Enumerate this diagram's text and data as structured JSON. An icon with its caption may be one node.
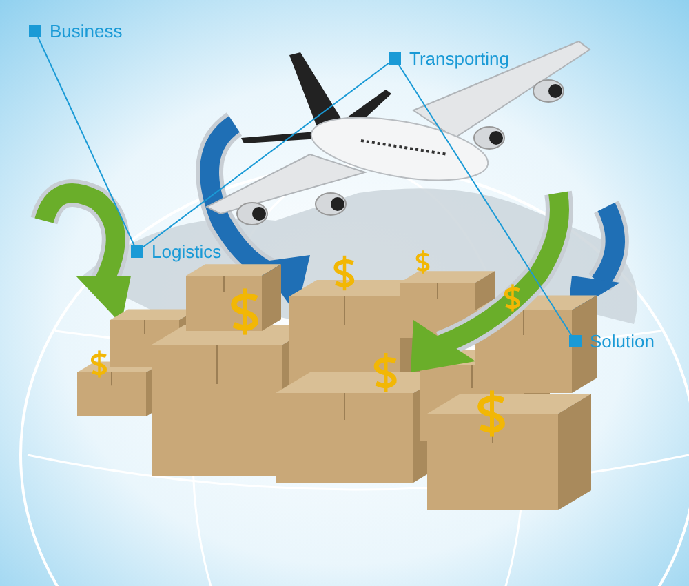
{
  "diagram": {
    "nodes": [
      {
        "text": [
          "Business"
        ]
      },
      {
        "text": [
          "Logistics"
        ]
      },
      {
        "text": [
          "Transporting"
        ]
      },
      {
        "text": [
          "Solution"
        ]
      }
    ],
    "edges": [
      {
        "from": 0,
        "to": 1,
        "arrow": "none"
      },
      {
        "from": 1,
        "to": 2,
        "arrow": "none"
      },
      {
        "from": 2,
        "to": 3,
        "arrow": "none"
      }
    ]
  }
}
